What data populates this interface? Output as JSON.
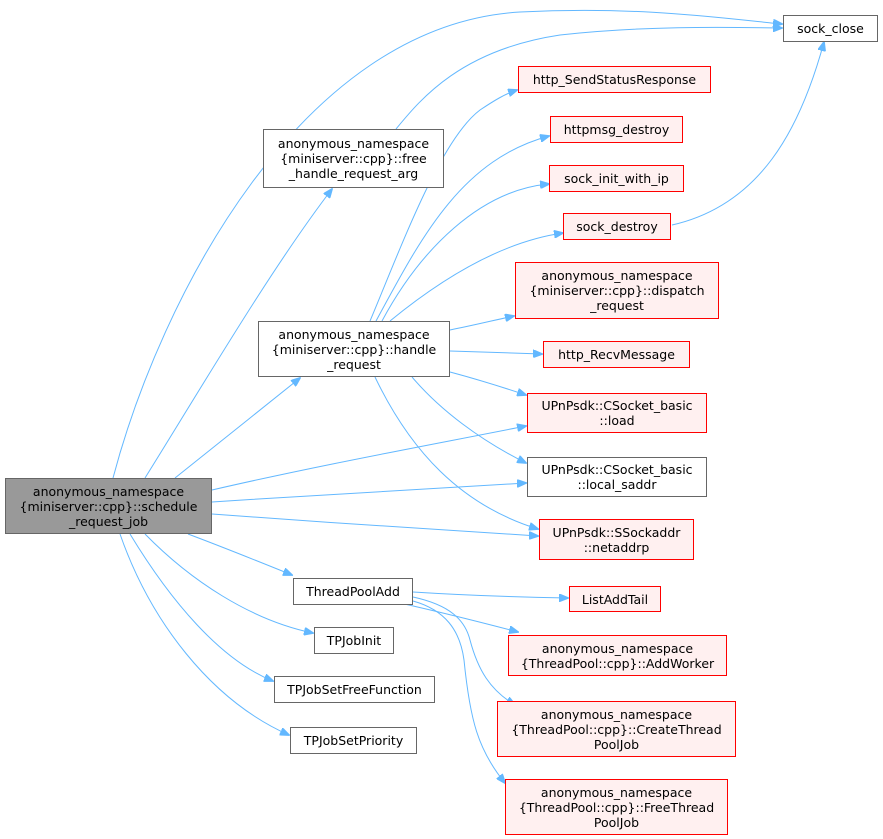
{
  "colors": {
    "edge": "#63b8ff",
    "current_fill": "#999999",
    "external_border": "#ff0000",
    "external_fill": "#fff0f0",
    "node_border": "#666666"
  },
  "nodes": {
    "schedule_request_job": {
      "lines": [
        "anonymous_namespace",
        "{miniserver::cpp}::schedule",
        "_request_job"
      ]
    },
    "free_handle_request_arg": {
      "lines": [
        "anonymous_namespace",
        "{miniserver::cpp}::free",
        "_handle_request_arg"
      ]
    },
    "handle_request": {
      "lines": [
        "anonymous_namespace",
        "{miniserver::cpp}::handle",
        "_request"
      ]
    },
    "sock_close": {
      "lines": [
        "sock_close"
      ]
    },
    "http_SendStatusResponse": {
      "lines": [
        "http_SendStatusResponse"
      ]
    },
    "httpmsg_destroy": {
      "lines": [
        "httpmsg_destroy"
      ]
    },
    "sock_init_with_ip": {
      "lines": [
        "sock_init_with_ip"
      ]
    },
    "sock_destroy": {
      "lines": [
        "sock_destroy"
      ]
    },
    "dispatch_request": {
      "lines": [
        "anonymous_namespace",
        "{miniserver::cpp}::dispatch",
        "_request"
      ]
    },
    "http_RecvMessage": {
      "lines": [
        "http_RecvMessage"
      ]
    },
    "csocket_load": {
      "lines": [
        "UPnPsdk::CSocket_basic",
        "::load"
      ]
    },
    "csocket_local_saddr": {
      "lines": [
        "UPnPsdk::CSocket_basic",
        "::local_saddr"
      ]
    },
    "ssockaddr_netaddrp": {
      "lines": [
        "UPnPsdk::SSockaddr",
        "::netaddrp"
      ]
    },
    "ThreadPoolAdd": {
      "lines": [
        "ThreadPoolAdd"
      ]
    },
    "ListAddTail": {
      "lines": [
        "ListAddTail"
      ]
    },
    "AddWorker": {
      "lines": [
        "anonymous_namespace",
        "{ThreadPool::cpp}::AddWorker"
      ]
    },
    "CreateThreadPoolJob": {
      "lines": [
        "anonymous_namespace",
        "{ThreadPool::cpp}::CreateThread",
        "PoolJob"
      ]
    },
    "FreeThreadPoolJob": {
      "lines": [
        "anonymous_namespace",
        "{ThreadPool::cpp}::FreeThread",
        "PoolJob"
      ]
    },
    "TPJobInit": {
      "lines": [
        "TPJobInit"
      ]
    },
    "TPJobSetFreeFunction": {
      "lines": [
        "TPJobSetFreeFunction"
      ]
    },
    "TPJobSetPriority": {
      "lines": [
        "TPJobSetPriority"
      ]
    }
  }
}
